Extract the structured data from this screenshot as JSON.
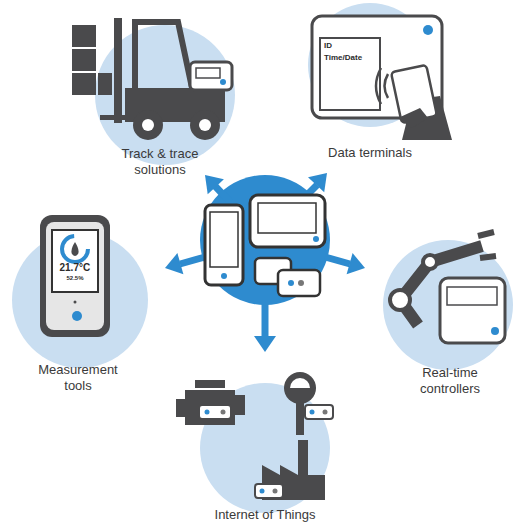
{
  "diagram": {
    "nodes": [
      {
        "text": [
          "Track & trace solutions"
        ]
      },
      {
        "text": [
          "Data terminals"
        ]
      },
      {
        "text": [
          "Measurement tools"
        ]
      },
      {
        "text": [
          "Real-time controllers"
        ]
      },
      {
        "text": [
          "Internet of Things"
        ]
      }
    ],
    "labels": [
      "ID",
      "Time/Date",
      "21.7°C",
      "52.5%"
    ]
  }
}
